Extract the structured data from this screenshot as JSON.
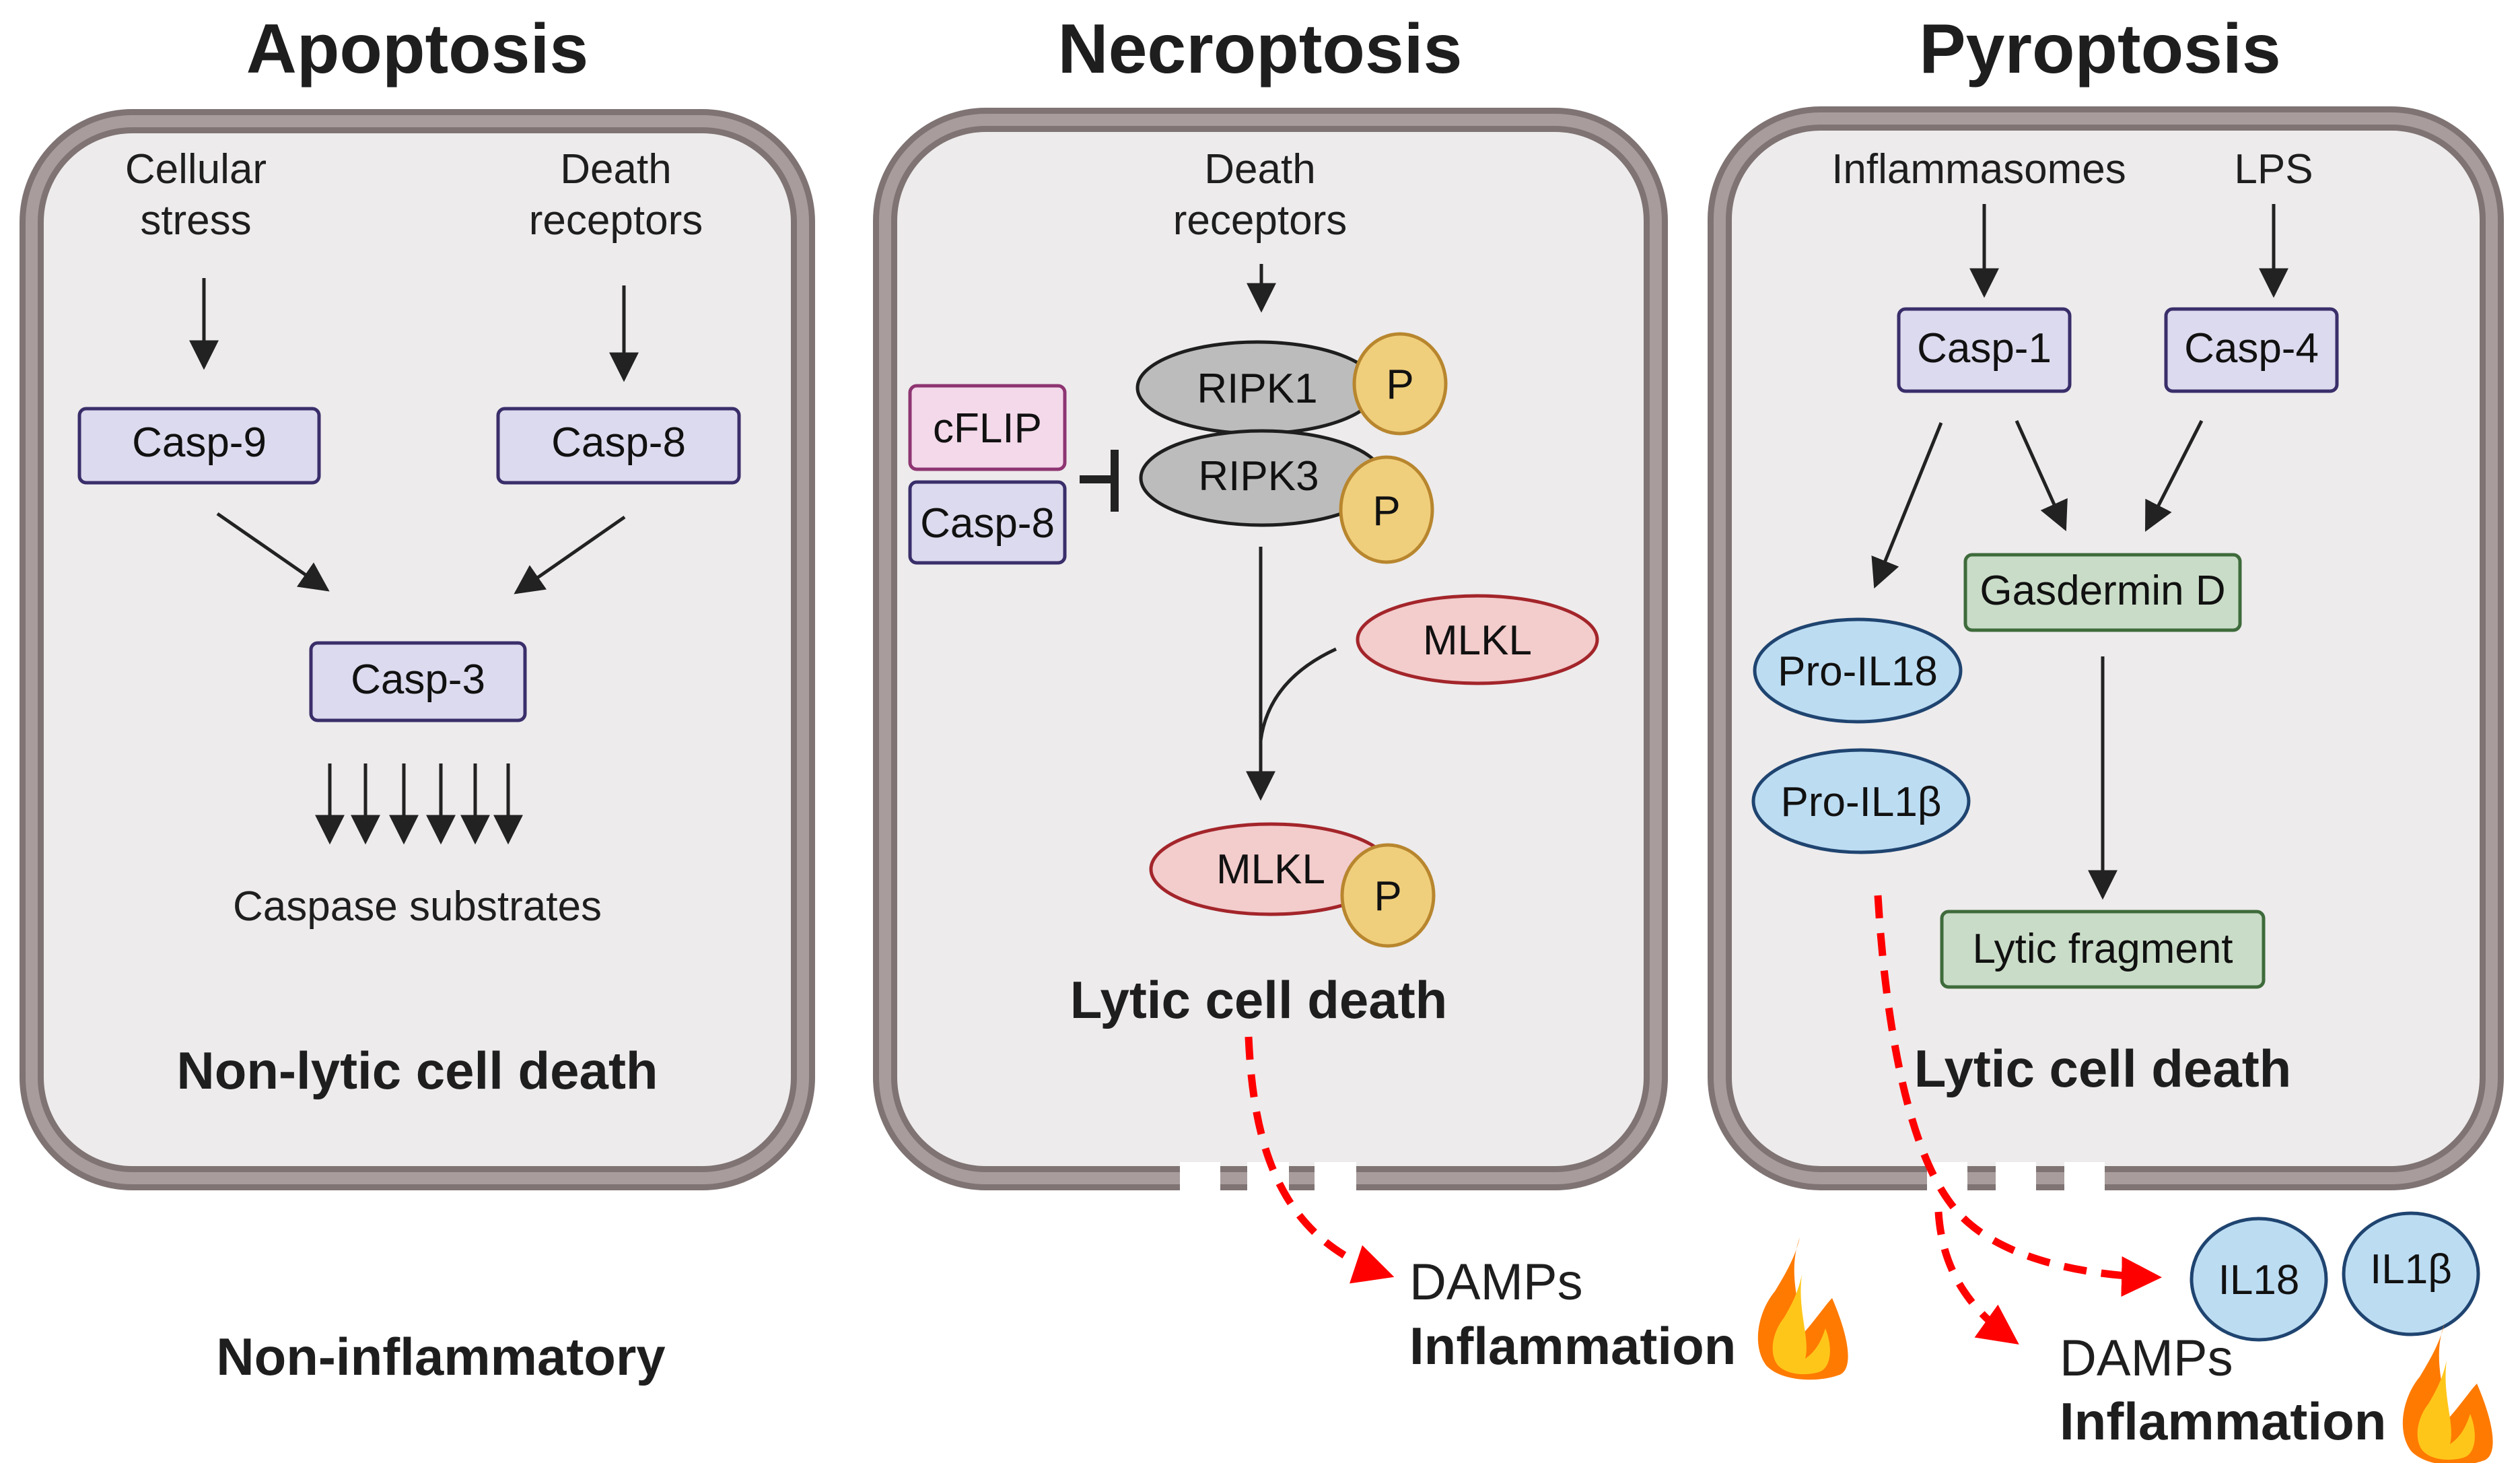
{
  "panels": {
    "apoptosis": {
      "title": "Apoptosis",
      "input_left_line1": "Cellular",
      "input_left_line2": "stress",
      "input_right_line1": "Death",
      "input_right_line2": "receptors",
      "casp9": "Casp-9",
      "casp8": "Casp-8",
      "casp3": "Casp-3",
      "substrates": "Caspase substrates",
      "outcome": "Non-lytic cell death",
      "consequence": "Non-inflammatory"
    },
    "necroptosis": {
      "title": "Necroptosis",
      "input_line1": "Death",
      "input_line2": "receptors",
      "cflip": "cFLIP",
      "casp8": "Casp-8",
      "ripk1": "RIPK1",
      "ripk3": "RIPK3",
      "phospho": "P",
      "mlkl": "MLKL",
      "mlkl_p": "MLKL",
      "outcome": "Lytic cell death",
      "damps": "DAMPs",
      "inflammation": "Inflammation"
    },
    "pyroptosis": {
      "title": "Pyroptosis",
      "input_left": "Inflammasomes",
      "input_right": "LPS",
      "casp1": "Casp-1",
      "casp4": "Casp-4",
      "gasdermin": "Gasdermin D",
      "pro_il18": "Pro-IL18",
      "pro_il1b": "Pro-IL1β",
      "lytic_fragment": "Lytic fragment",
      "outcome": "Lytic cell death",
      "il18": "IL18",
      "il1b": "IL1β",
      "damps": "DAMPs",
      "inflammation": "Inflammation"
    }
  },
  "colors": {
    "membrane_dark": "#7f7373",
    "membrane_light": "#a89c9c",
    "cytoplasm": "#edebec",
    "caspase_box": "#dcdaee",
    "cflip_box": "#f3d9ea",
    "gasdermin_box": "#c9dcc7",
    "ripk": "#bcbcbc",
    "phosphate": "#f0cf7c",
    "mlkl": "#f3cccc",
    "interleukin": "#bcdcf2",
    "release_arrow": "#ff0000"
  }
}
